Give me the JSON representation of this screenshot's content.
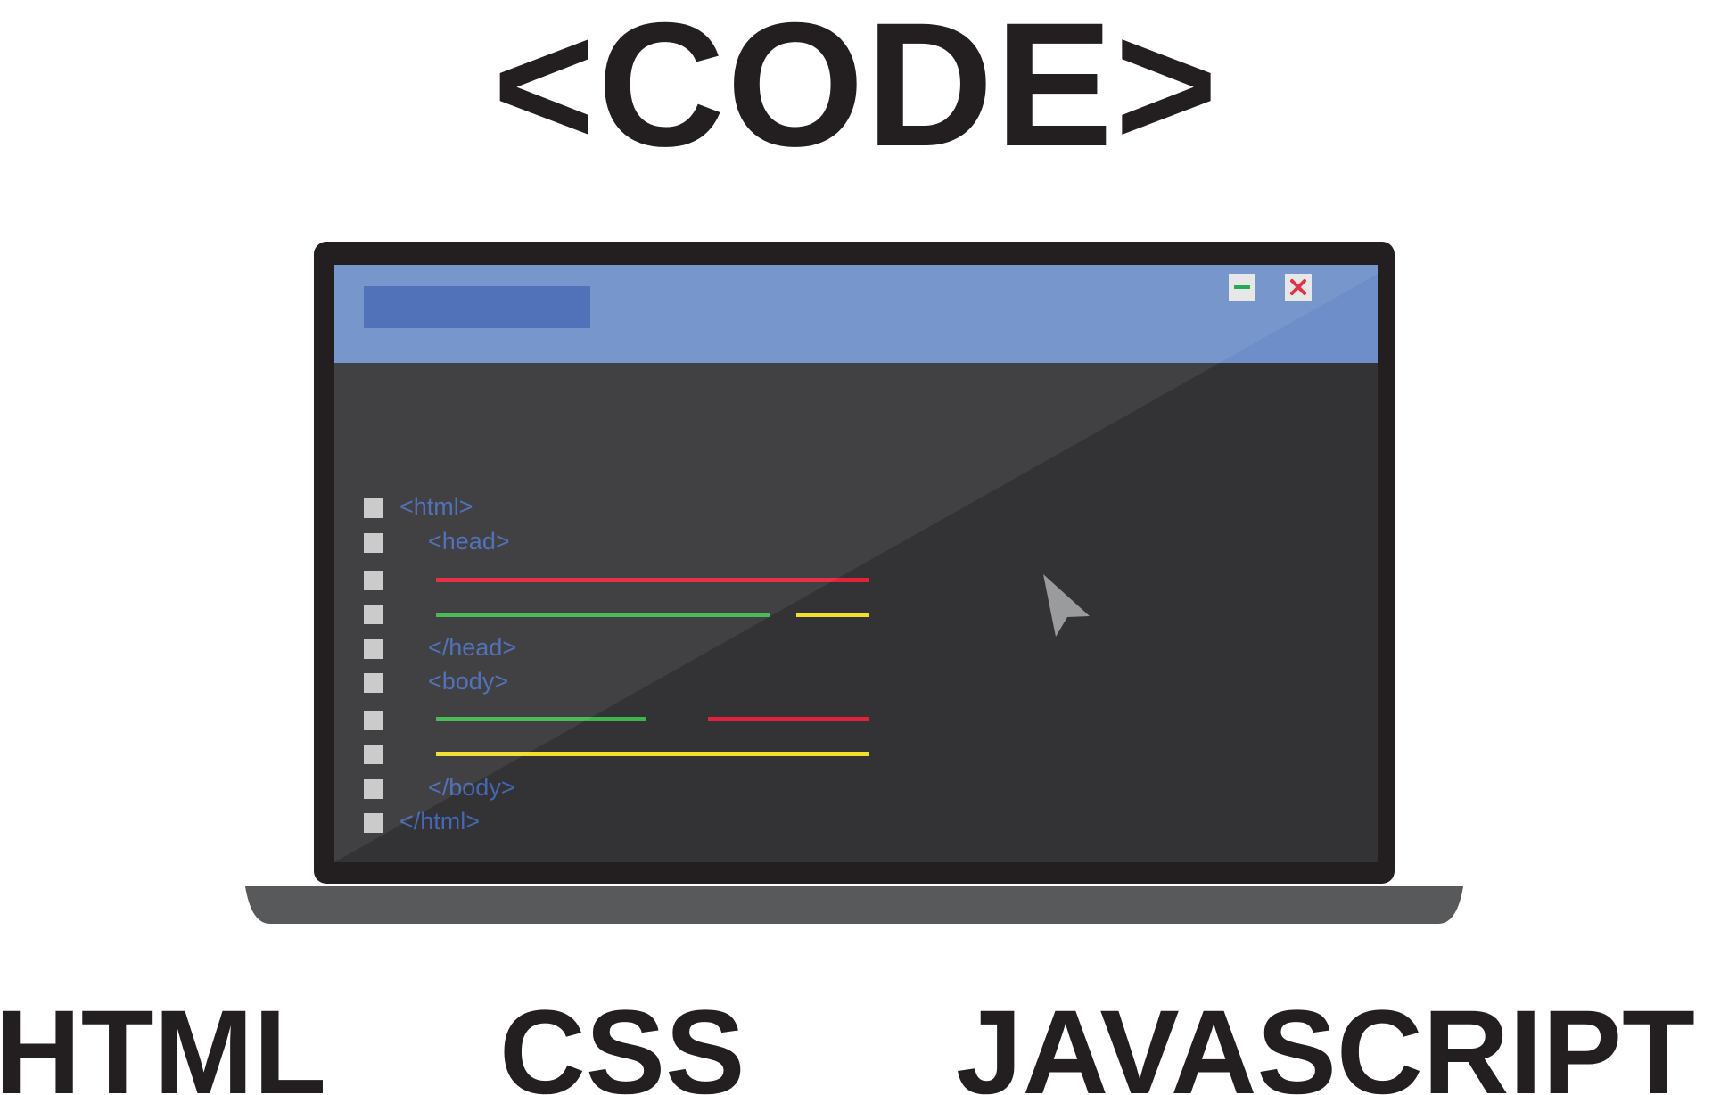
{
  "heading": "<CODE>",
  "window": {
    "minimize_icon": "minimize-icon",
    "close_icon": "close-icon"
  },
  "code_lines": [
    "<html>",
    "<head>",
    "</head>",
    "<body>",
    "</body>",
    "</html>"
  ],
  "languages": [
    "HTML",
    "CSS",
    "JAVASCRIPT"
  ],
  "colors": {
    "titlebar": "#6d8ec9",
    "title_block": "#4468b3",
    "screen": "#333234",
    "frame": "#231f20",
    "code_text": "#4468b3",
    "red_line": "#e3223a",
    "green_line": "#3eb54b",
    "yellow_line": "#f2df26",
    "minimize": "#14a44a",
    "close": "#e3223a",
    "base": "#58595b"
  }
}
